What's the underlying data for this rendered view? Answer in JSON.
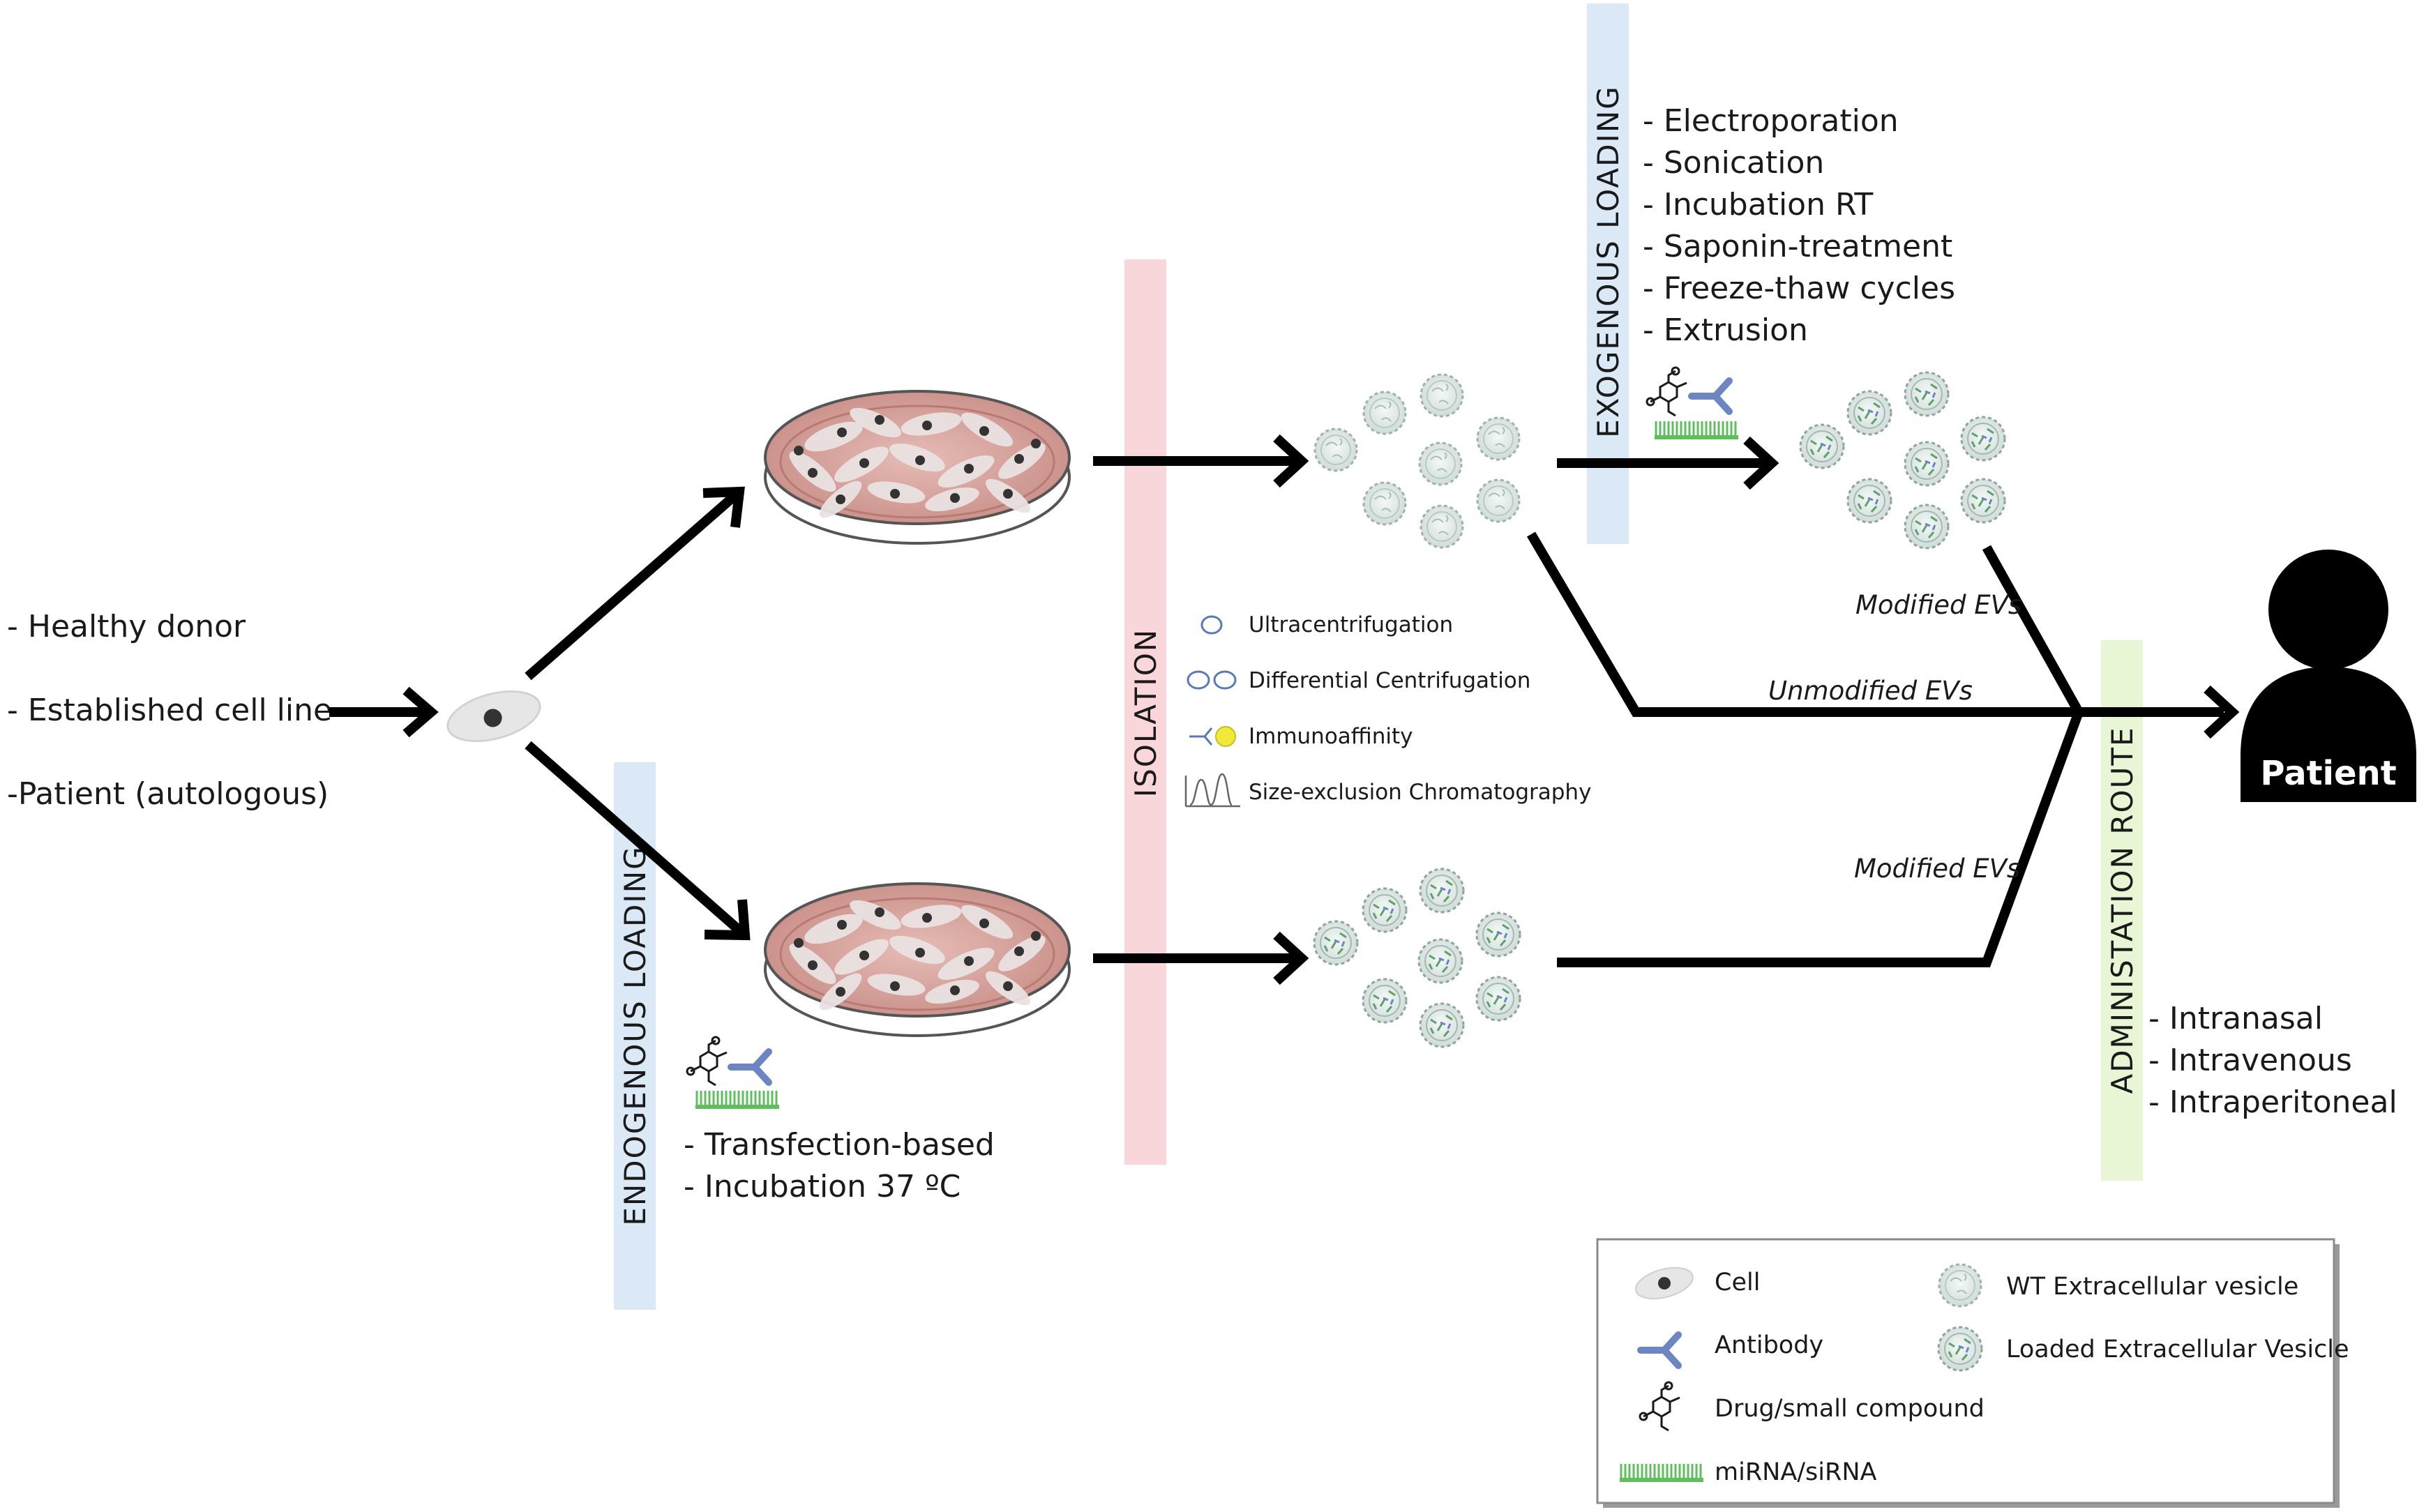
{
  "sources": [
    "- Healthy donor",
    "- Established cell line",
    "-Patient (autologous)"
  ],
  "bands": {
    "isolation": "ISOLATION",
    "exogenous": "EXOGENOUS   LOADING",
    "endogenous": "ENDOGENOUS   LOADING",
    "administration": "ADMINISTATION   ROUTE"
  },
  "exogenous_methods": [
    "- Electroporation",
    "- Sonication",
    "- Incubation RT",
    "- Saponin-treatment",
    "- Freeze-thaw cycles",
    "- Extrusion"
  ],
  "endogenous_methods": [
    "- Transfection-based",
    "- Incubation 37 ºC"
  ],
  "isolation_methods": [
    "Ultracentrifugation",
    "Differential Centrifugation",
    "Immunoaffinity",
    "Size-exclusion Chromatography"
  ],
  "routes": [
    "- Intranasal",
    "- Intravenous",
    "- Intraperitoneal"
  ],
  "flow_labels": {
    "modified_top": "Modified EVs",
    "unmodified": "Unmodified EVs",
    "modified_bottom": "Modified EVs"
  },
  "patient_label": "Patient",
  "legend": {
    "cell": "Cell",
    "antibody": "Antibody",
    "drug": "Drug/small compound",
    "mirna": "miRNA/siRNA",
    "wt_ev": "WT Extracellular vesicle",
    "loaded_ev": "Loaded Extracellular Vesicle"
  },
  "colors": {
    "blue_band": "#dbe9f7",
    "pink_band": "#f9d6d9",
    "green_band": "#e9f6d6",
    "dish": "#d9a7a2",
    "antibody": "#6b86c2",
    "mirna": "#5fbf5f"
  }
}
